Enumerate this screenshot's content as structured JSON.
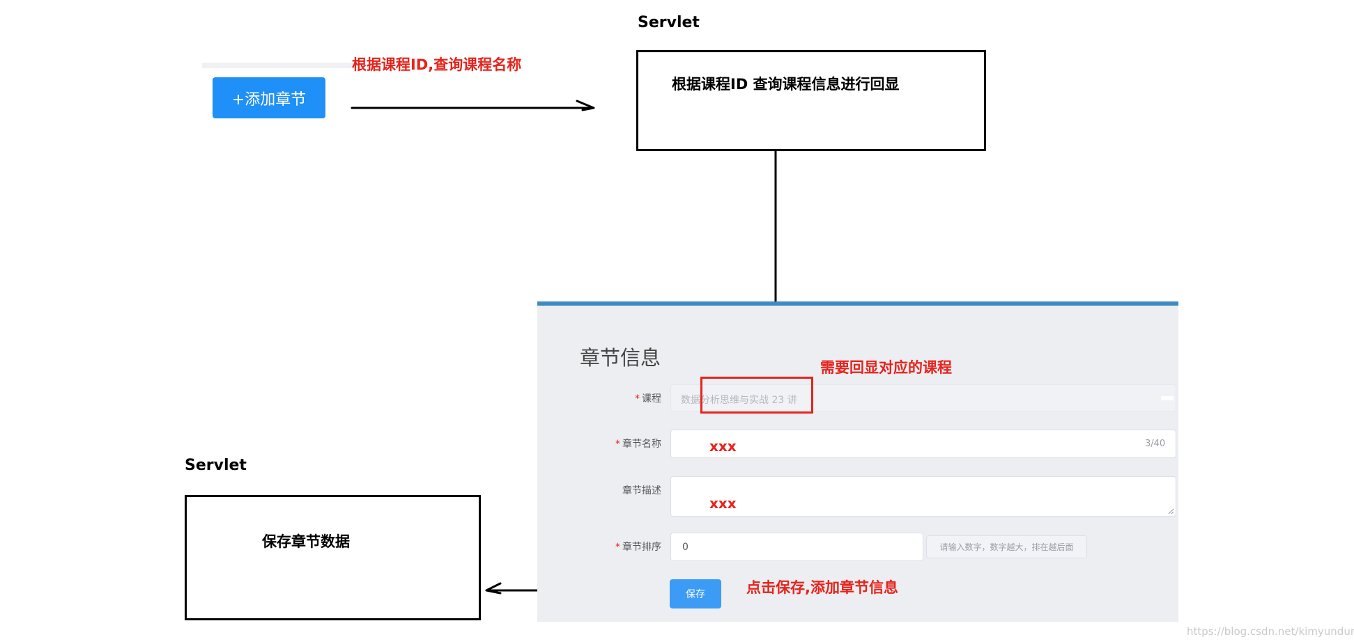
{
  "top_servlet": {
    "label": "Servlet",
    "box_text": "根据课程ID 查询课程信息进行回显"
  },
  "bottom_servlet": {
    "label": "Servlet",
    "box_text": "保存章节数据"
  },
  "add_button_label": "+添加章节",
  "annotations": {
    "query_course_name": "根据课程ID,查询课程名称",
    "echo_course": "需要回显对应的课程",
    "save_note": "点击保存,添加章节信息"
  },
  "form": {
    "title": "章节信息",
    "course": {
      "label": "课程",
      "value": "数据分析思维与实战 23 讲"
    },
    "chapter_name": {
      "label": "章节名称",
      "value": "xxx",
      "counter": "3/40"
    },
    "chapter_desc": {
      "label": "章节描述",
      "value": "xxx"
    },
    "chapter_order": {
      "label": "章节排序",
      "value": "0",
      "hint": "请输入数字，数字越大，排在越后面"
    },
    "save_label": "保存",
    "required_mark": "*"
  },
  "watermark": "https://blog.csdn.net/kimyundung",
  "colors": {
    "accent_blue": "#1f90f7",
    "panel_top_border": "#3d8bc2",
    "annotation_red": "#e8221b"
  }
}
